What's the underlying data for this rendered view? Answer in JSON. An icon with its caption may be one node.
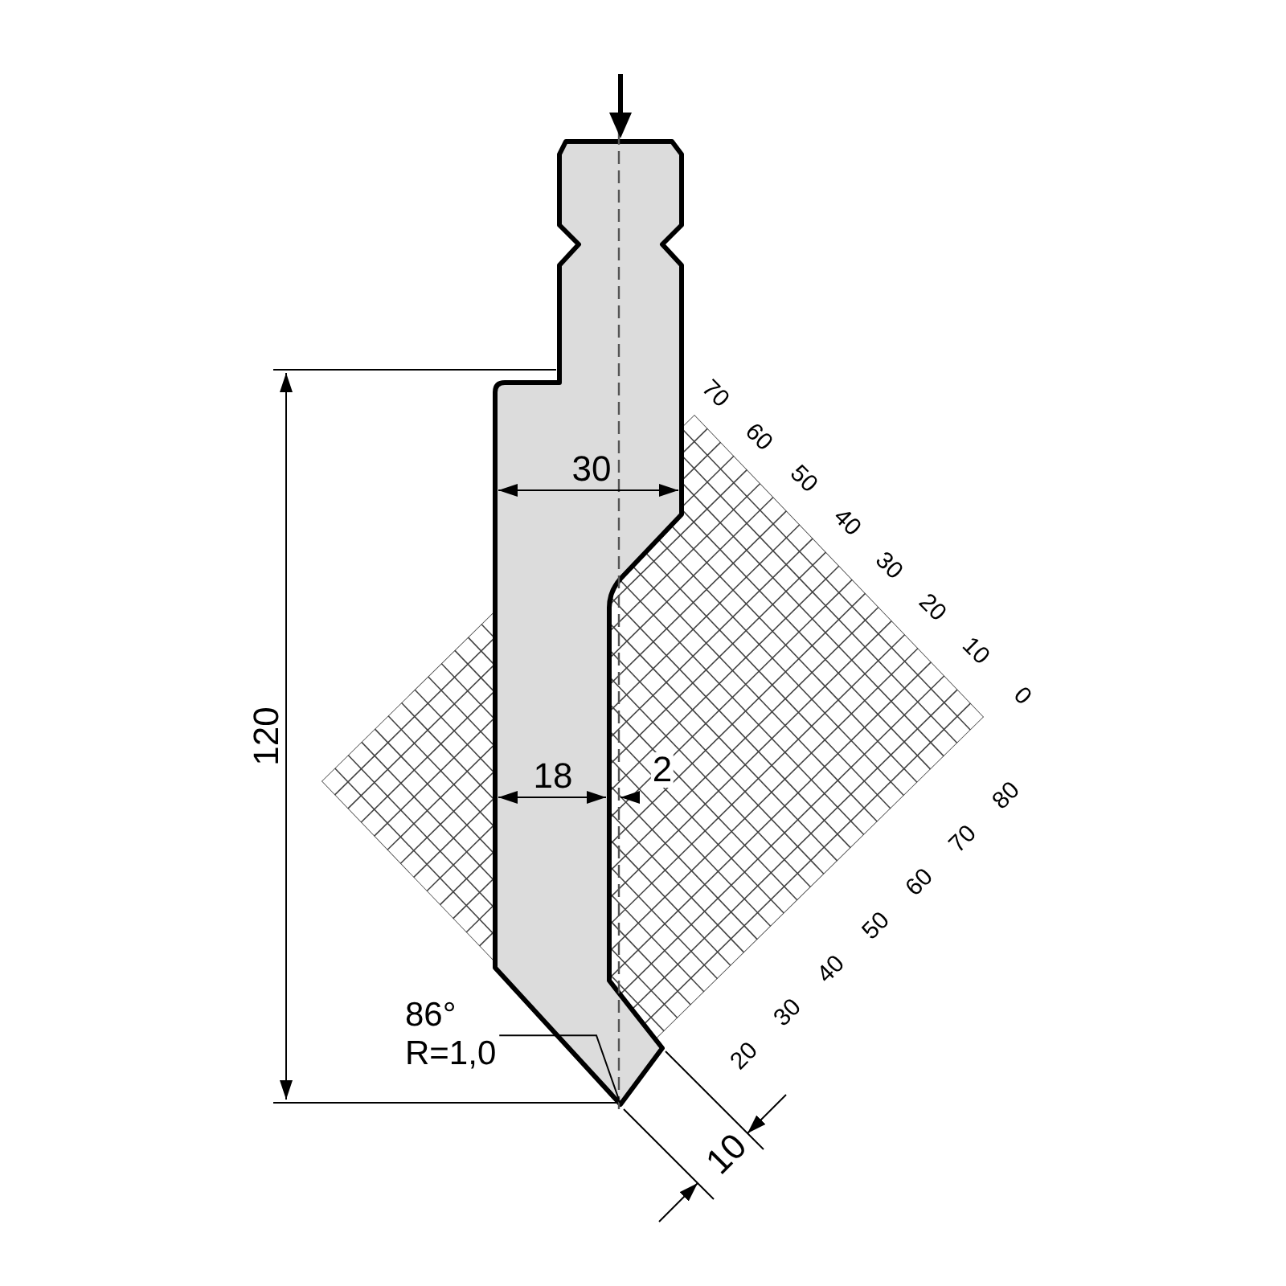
{
  "diagram": {
    "nodes": [
      {
        "text": [
          "86°",
          "R=1,0"
        ]
      },
      {
        "text": [],
        "shape": "picture"
      }
    ],
    "edges": [
      {
        "from": 0,
        "to": 1,
        "arrow": "none"
      }
    ],
    "labels": [
      "30",
      "70",
      "60",
      "50",
      "40",
      "30",
      "20",
      "10",
      "0",
      "120",
      "18",
      "2",
      "80",
      "70",
      "60",
      "50",
      "40",
      "30",
      "20",
      "10"
    ]
  }
}
